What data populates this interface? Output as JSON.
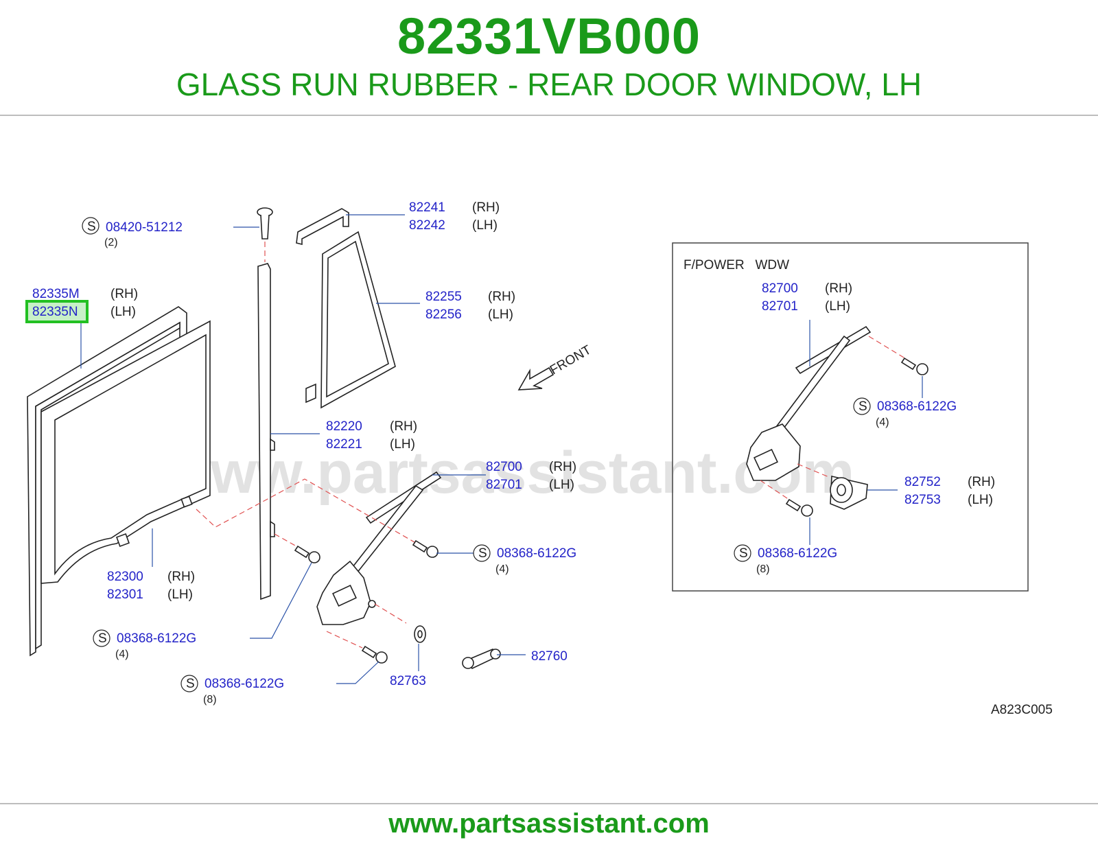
{
  "header": {
    "part_number": "82331VB000",
    "part_name": "GLASS RUN RUBBER - REAR DOOR WINDOW, LH"
  },
  "diagram": {
    "watermark": "www.partsassistant.com",
    "front_label": "FRONT",
    "figure_code": "A823C005",
    "inset_title": "F/POWER   WDW",
    "screw_symbol": "S",
    "labels": {
      "p08420": {
        "part": "08420-51212",
        "qty": "(2)"
      },
      "p82241": "82241",
      "p82241_side": "(RH)",
      "p82242": "82242",
      "p82242_side": "(LH)",
      "p82335M": "82335M",
      "p82335M_side": "(RH)",
      "p82335N": "82335N",
      "p82335N_side": "(LH)",
      "p82255": "82255",
      "p82255_side": "(RH)",
      "p82256": "82256",
      "p82256_side": "(LH)",
      "p82220": "82220",
      "p82220_side": "(RH)",
      "p82221": "82221",
      "p82221_side": "(LH)",
      "p82700": "82700",
      "p82700_side": "(RH)",
      "p82701": "82701",
      "p82701_side": "(LH)",
      "p82300": "82300",
      "p82300_side": "(RH)",
      "p82301": "82301",
      "p82301_side": "(LH)",
      "bolt_a": {
        "part": "08368-6122G",
        "qty": "(4)"
      },
      "bolt_b": {
        "part": "08368-6122G",
        "qty": "(4)"
      },
      "bolt_c": {
        "part": "08368-6122G",
        "qty": "(8)"
      },
      "p82760": "82760",
      "p82763": "82763",
      "inset_82700": "82700",
      "inset_82700_side": "(RH)",
      "inset_82701": "82701",
      "inset_82701_side": "(LH)",
      "inset_bolt_a": {
        "part": "08368-6122G",
        "qty": "(4)"
      },
      "inset_82752": "82752",
      "inset_82752_side": "(RH)",
      "inset_82753": "82753",
      "inset_82753_side": "(LH)",
      "inset_bolt_b": {
        "part": "08368-6122G",
        "qty": "(8)"
      }
    }
  },
  "highlight_color": "#22c022",
  "footer": {
    "url": "www.partsassistant.com"
  }
}
